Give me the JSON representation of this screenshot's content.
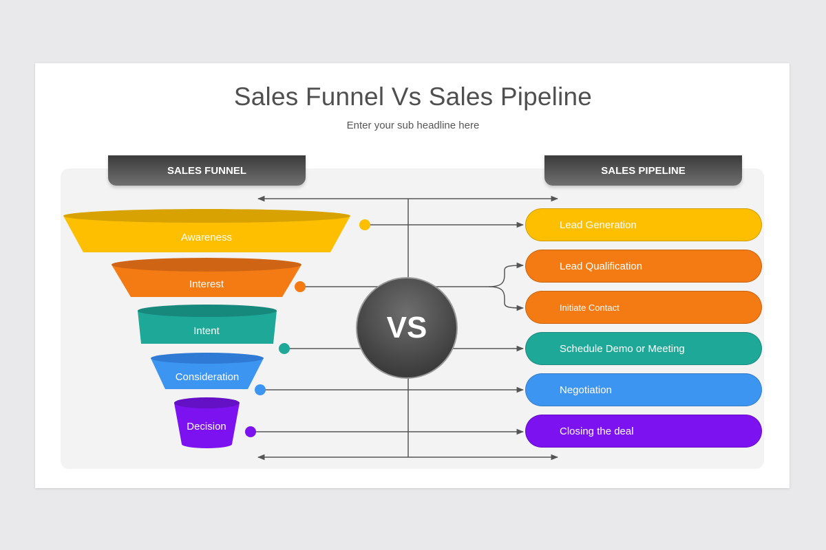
{
  "title": "Sales Funnel Vs Sales Pipeline",
  "subtitle": "Enter your sub headline here",
  "headers": {
    "funnel": "SALES FUNNEL",
    "pipeline": "SALES PIPELINE"
  },
  "center_label": "VS",
  "funnel_stages": [
    {
      "label": "Awareness",
      "color": "#fdbf00"
    },
    {
      "label": "Interest",
      "color": "#f47b13"
    },
    {
      "label": "Intent",
      "color": "#1ea898"
    },
    {
      "label": "Consideration",
      "color": "#3d95f2"
    },
    {
      "label": "Decision",
      "color": "#7b12ef"
    }
  ],
  "pipeline_stages": [
    {
      "label": "Lead Generation",
      "color": "#fdbf00"
    },
    {
      "label": "Lead Qualification",
      "color": "#f47b13"
    },
    {
      "label": "Initiate Contact",
      "color": "#f47b13"
    },
    {
      "label": "Schedule Demo or Meeting",
      "color": "#1ea898"
    },
    {
      "label": "Negotiation",
      "color": "#3d95f2"
    },
    {
      "label": "Closing the deal",
      "color": "#7b12ef"
    }
  ]
}
